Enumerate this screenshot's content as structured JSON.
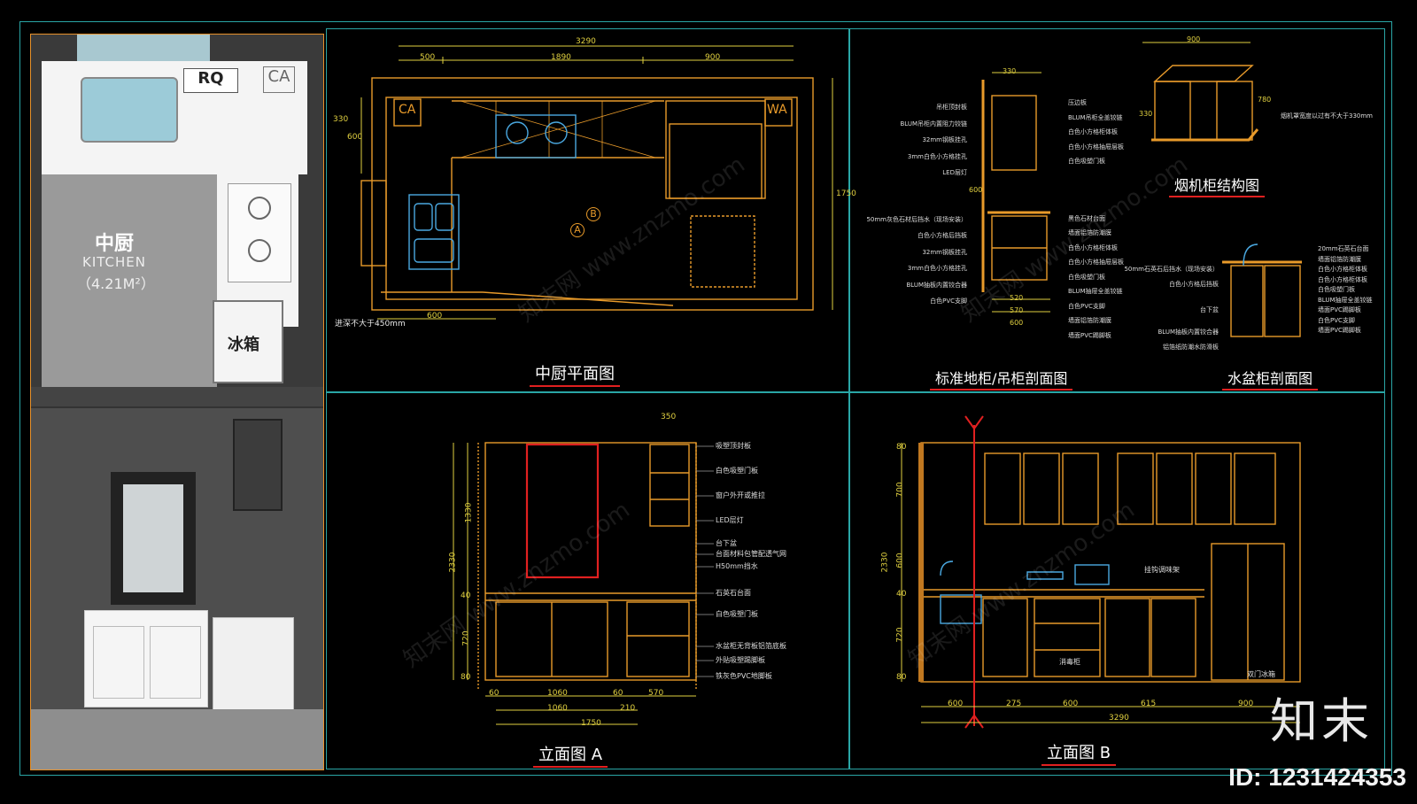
{
  "render": {
    "kitchen_label": "中厨",
    "kitchen_label_en": "KITCHEN",
    "kitchen_area": "（4.21M²）",
    "rq": "RQ",
    "ca": "CA",
    "fridge": "冰箱"
  },
  "titles": {
    "plan": "中厨平面图",
    "section_cab": "标准地柜/吊柜剖面图",
    "hood_struct": "烟机柜结构图",
    "sink_section": "水盆柜剖面图",
    "elev_a": "立面图 A",
    "elev_b": "立面图 B"
  },
  "plan": {
    "dims_top": [
      "3290",
      "500",
      "1890",
      "900"
    ],
    "dims_left": [
      "330",
      "600",
      "1750"
    ],
    "bottom_dim": "600",
    "note": "进深不大于450mm",
    "tags": [
      "CA",
      "WA",
      "A",
      "B"
    ]
  },
  "elev_a": {
    "top_dim": "350",
    "left_dims": [
      "1330",
      "2330",
      "40",
      "720",
      "80"
    ],
    "bottom_dims": [
      "60",
      "1060",
      "60",
      "570",
      "1060",
      "210",
      "1750"
    ],
    "labels": [
      "吸塑顶封板",
      "白色吸塑门板",
      "窗户外开或推拉",
      "LED层灯",
      "台下盆",
      "台面材料包管配透气网",
      "H50mm挡水",
      "石英石台面",
      "白色吸塑门板",
      "水盆柜无背板铝箔底板",
      "外贴吸塑踢脚板",
      "铁灰色PVC地脚板"
    ]
  },
  "elev_b": {
    "left_dims": [
      "80",
      "700",
      "2330",
      "600",
      "40",
      "720",
      "80"
    ],
    "bottom_dims": [
      "600",
      "275",
      "600",
      "615",
      "900",
      "3290"
    ],
    "labels": [
      "挂钩调味架",
      "消毒柜",
      "双门冰箱"
    ]
  },
  "hood": {
    "dims": [
      "900",
      "330",
      "780"
    ],
    "note": "烟机罩宽度以过有不大于330mm"
  },
  "section": {
    "dims": [
      "330",
      "600",
      "600",
      "520",
      "570",
      "600"
    ],
    "left_labels": [
      "吊柜顶封板",
      "BLUM吊柜内置阻力铰链",
      "32mm钢板挂孔",
      "3mm白色小方格挂孔",
      "LED层灯",
      "50mm灰色石材后挡水（现场安装）",
      "白色小方格后挡板",
      "32mm钢板挂孔",
      "3mm白色小方格挂孔",
      "BLUM抽板内置铰合器",
      "白色PVC支脚"
    ],
    "right_labels": [
      "压边板",
      "BLUM吊柜全盖铰链",
      "白色小方格柜体板",
      "白色小方格抽屉层板",
      "白色吸塑门板",
      "黑色石材台面",
      "墙面铝箔防潮膜",
      "白色小方格柜体板",
      "白色小方格抽屉层板",
      "白色吸塑门板",
      "BLUM抽屉全盖铰链",
      "白色PVC支脚",
      "墙面铝箔防潮膜",
      "墙面PVC踢脚板"
    ]
  },
  "sink": {
    "left_labels": [
      "50mm石英石后挡水（现场安装）",
      "白色小方格后挡板",
      "台下盆",
      "BLUM抽板内置铰合器",
      "铝箔纸防潮水防滑板"
    ],
    "right_labels": [
      "20mm石英石台面",
      "墙面铝箔防潮膜",
      "白色小方格柜体板",
      "白色小方格柜体板",
      "白色吸塑门板",
      "BLUM抽屉全盖铰链",
      "墙面PVC踢脚板",
      "白色PVC支脚",
      "墙面PVC踢脚板"
    ]
  },
  "watermark": "知末网 www.znzmo.com",
  "brand": "知末",
  "image_id": "ID: 1231424353",
  "colors": {
    "frame": "#2aa6a6",
    "line": "#e89a2a",
    "red": "#e02020",
    "dim": "#e0d040",
    "blue": "#4aa8e0"
  }
}
